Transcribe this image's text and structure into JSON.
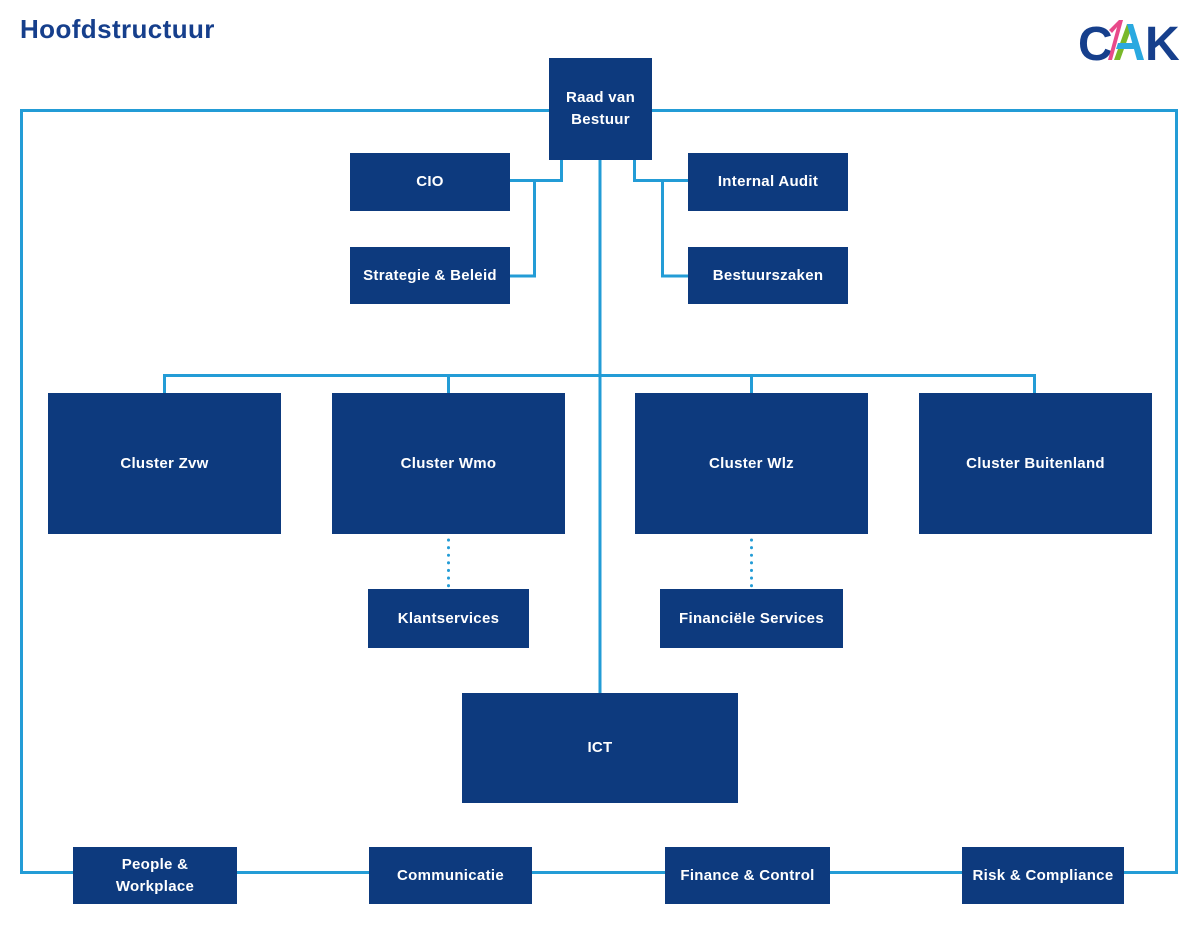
{
  "title": "Hoofdstructuur",
  "logo": {
    "label": "CAK",
    "c": "C",
    "k": "K"
  },
  "colors": {
    "node_fill": "#0d3a7e",
    "node_text": "#ffffff",
    "connector_line": "#239cd6",
    "title_text": "#163f8c",
    "logo_dark_blue": "#163f8c",
    "logo_cyan": "#2aa9e0",
    "logo_pink": "#e8498a",
    "logo_green": "#79b829"
  },
  "org": {
    "raad_van_bestuur": "Raad van Bestuur",
    "cio": "CIO",
    "internal_audit": "Internal Audit",
    "strategie_beleid": "Strategie & Beleid",
    "bestuurszaken": "Bestuurszaken",
    "cluster_zvw": "Cluster Zvw",
    "cluster_wmo": "Cluster Wmo",
    "cluster_wlz": "Cluster Wlz",
    "cluster_buitenland": "Cluster Buitenland",
    "klantservices": "Klantservices",
    "financiele_services": "Financiële Services",
    "ict": "ICT",
    "people_workplace": "People & Workplace",
    "communicatie": "Communicatie",
    "finance_control": "Finance & Control",
    "risk_compliance": "Risk & Compliance"
  }
}
